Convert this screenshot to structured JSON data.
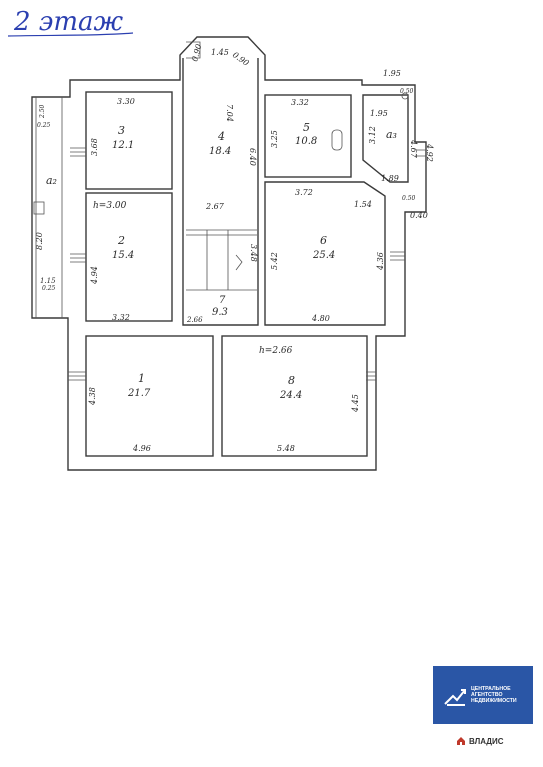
{
  "title": "2 этаж",
  "rooms": [
    {
      "id": "1",
      "area": "21.7"
    },
    {
      "id": "2",
      "area": "15.4"
    },
    {
      "id": "3",
      "area": "12.1"
    },
    {
      "id": "4",
      "area": "18.4"
    },
    {
      "id": "5",
      "area": "10.8"
    },
    {
      "id": "6",
      "area": "25.4"
    },
    {
      "id": "7",
      "area": "9.3"
    },
    {
      "id": "8",
      "area": "24.4"
    }
  ],
  "annotations": {
    "a2": "a₂",
    "a3": "a₃",
    "h1": "h=3.00",
    "h2": "h=2.66"
  },
  "dimensions": [
    "0.90",
    "1.45",
    "0.90",
    "7.04",
    "3.30",
    "3.68",
    "3.32",
    "3.25",
    "6.40",
    "1.95",
    "0.50",
    "1.95",
    "3.12",
    "4.67",
    "4.92",
    "2.50",
    "0.25",
    "3.72",
    "1.89",
    "1.54",
    "0.50",
    "0.40",
    "2.67",
    "8.20",
    "4.94",
    "5.42",
    "4.36",
    "3.48",
    "1.15",
    "0.25",
    "3.32",
    "2.66",
    "4.80",
    "4.38",
    "4.96",
    "5.48",
    "4.45"
  ],
  "logo": {
    "line1": "ЦЕНТРАЛЬНОЕ",
    "line2": "АГЕНТСТВО",
    "line3": "НЕДВИЖИМОСТИ",
    "brand": "ВЛАДИС"
  },
  "colors": {
    "title": "#2b3fb0",
    "logo_bg": "#2a56a6",
    "brand_icon": "#c0392b"
  }
}
